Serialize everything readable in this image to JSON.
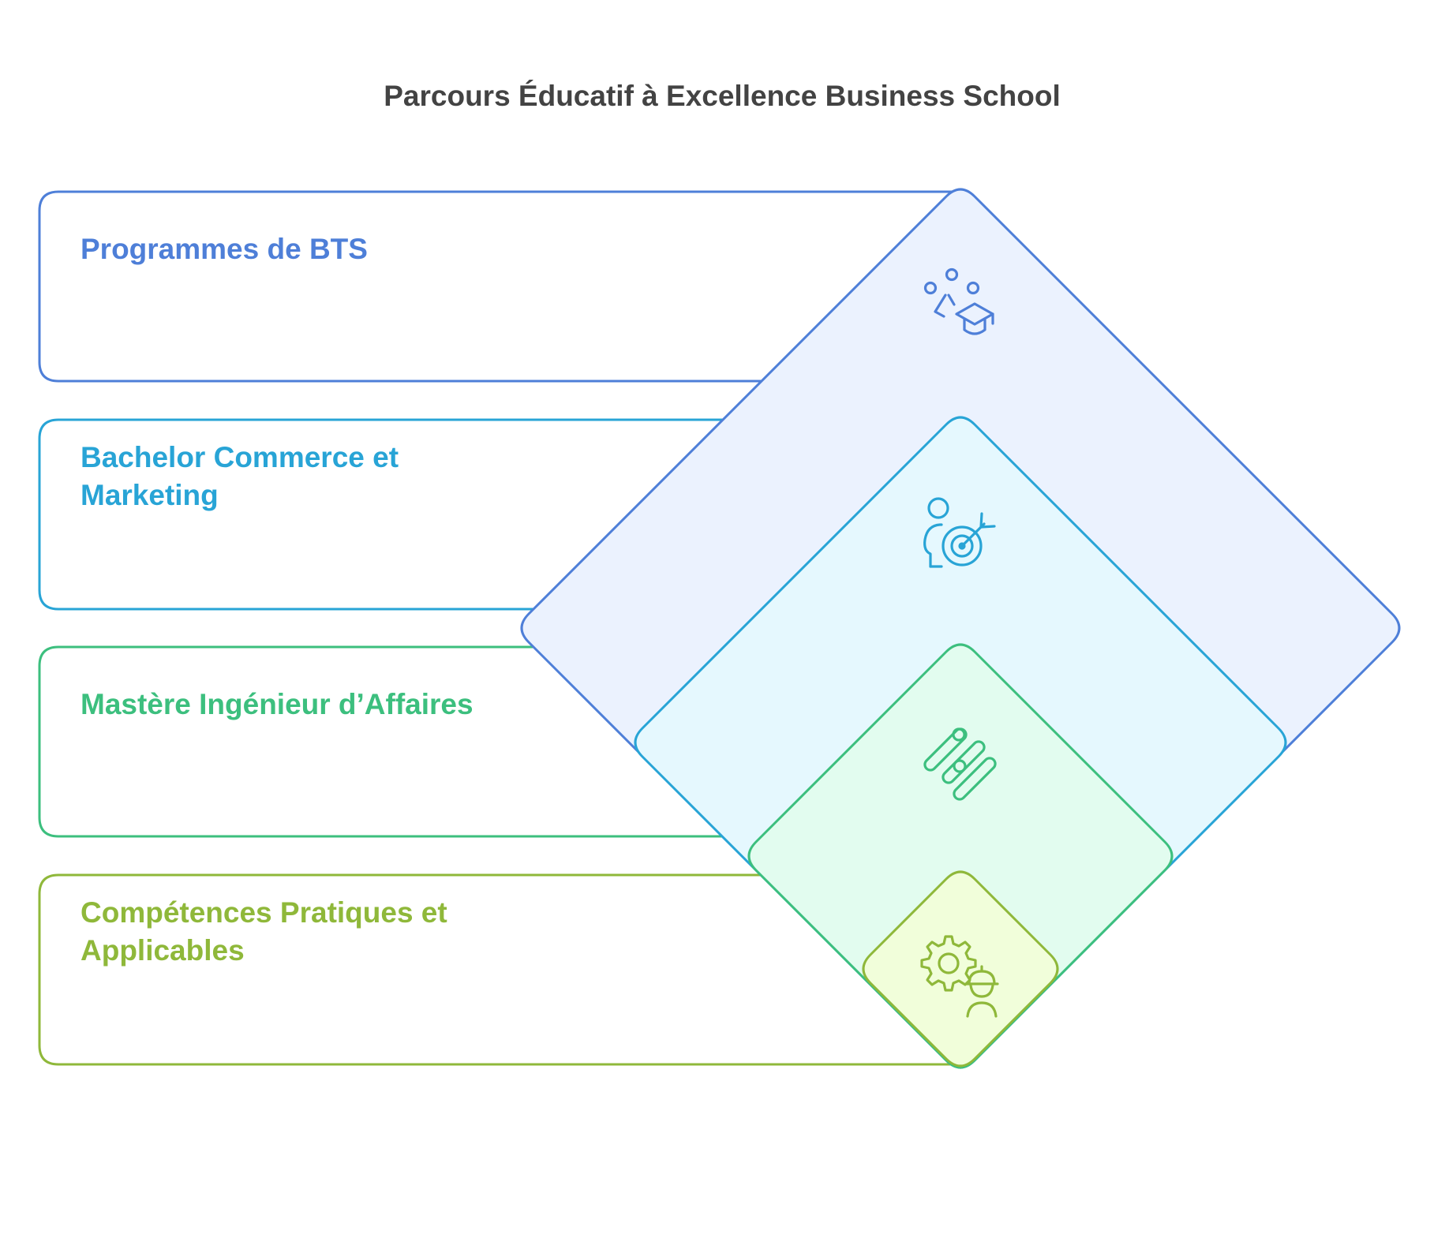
{
  "title": "Parcours Éducatif à Excellence Business School",
  "colors": {
    "title": "#434343",
    "level1": "#4E7FD8",
    "level1_fill": "#EBF2FE",
    "level2": "#28A4D6",
    "level2_fill": "#E5F8FE",
    "level3": "#3CBF7E",
    "level3_fill": "#E2FCEF",
    "level4": "#8FB83A",
    "level4_fill": "#F1FEDA"
  },
  "levels": [
    {
      "label_lines": [
        "Programmes de BTS"
      ],
      "icon": "graduate-community-icon"
    },
    {
      "label_lines": [
        "Bachelor Commerce et",
        "Marketing"
      ],
      "icon": "person-target-icon"
    },
    {
      "label_lines": [
        "Mastère Ingénieur d’Affaires"
      ],
      "icon": "progress-bars-icon"
    },
    {
      "label_lines": [
        "Compétences Pratiques et",
        "Applicables"
      ],
      "icon": "gear-worker-icon"
    }
  ]
}
